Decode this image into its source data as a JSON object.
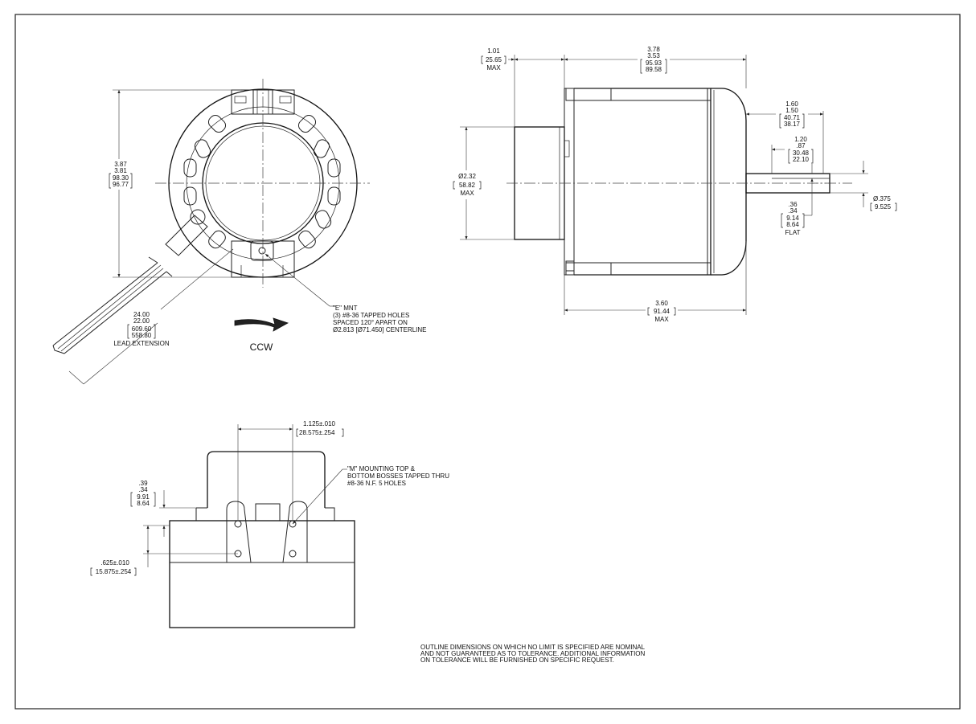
{
  "front_view": {
    "dim_height": {
      "max": "3.87",
      "min": "3.81",
      "max_mm": "98.30",
      "min_mm": "96.77"
    },
    "lead": {
      "max": "24.00",
      "min": "22.00",
      "max_mm": "609.60",
      "min_mm": "558.80",
      "label": "LEAD EXTENSION"
    },
    "rotation": "CCW",
    "e_mount_note": [
      "\"E\" MNT",
      "(3) #8-36 TAPPED HOLES",
      "SPACED 120° APART ON",
      "Ø2.813 [Ø71.450] CENTERLINE"
    ]
  },
  "side_view": {
    "dim_overhang": {
      "value": "1.01",
      "mm": "25.65",
      "suffix": "MAX"
    },
    "dim_length": {
      "max": "3.78",
      "min": "3.53",
      "max_mm": "95.93",
      "min_mm": "89.58"
    },
    "dim_shaft_ext": {
      "max": "1.60",
      "min": "1.50",
      "max_mm": "40.71",
      "min_mm": "38.17"
    },
    "dim_shaft_len": {
      "max": "1.20",
      "min": ".87",
      "max_mm": "30.48",
      "min_mm": "22.10"
    },
    "dim_flat": {
      "max": ".36",
      "min": ".34",
      "max_mm": "9.14",
      "min_mm": "8.64",
      "label": "FLAT"
    },
    "dim_shaft_dia": {
      "value": "Ø.375",
      "mm": "9.525"
    },
    "dim_hub_dia": {
      "value": "Ø2.32",
      "mm": "58.82",
      "suffix": "MAX"
    },
    "dim_body_len": {
      "value": "3.60",
      "mm": "91.44",
      "suffix": "MAX"
    }
  },
  "bottom_view": {
    "dim_spacing": {
      "value": "1.125±.010",
      "mm": "28.575±.254"
    },
    "m_mount_note": [
      "\"M\" MOUNTING TOP &",
      "BOTTOM BOSSES TAPPED THRU",
      "#8-36 N.F. 5 HOLES"
    ],
    "dim_boss": {
      "max": ".39",
      "min": ".34",
      "max_mm": "9.91",
      "min_mm": "8.64"
    },
    "dim_hole": {
      "value": ".625±.010",
      "mm": "15.875±.254"
    }
  },
  "general_note": [
    "OUTLINE DIMENSIONS ON WHICH NO LIMIT IS SPECIFIED ARE NOMINAL",
    "AND NOT GUARANTEED AS TO TOLERANCE. ADDITIONAL INFORMATION",
    "ON TOLERANCE WILL BE FURNISHED ON SPECIFIC REQUEST."
  ]
}
